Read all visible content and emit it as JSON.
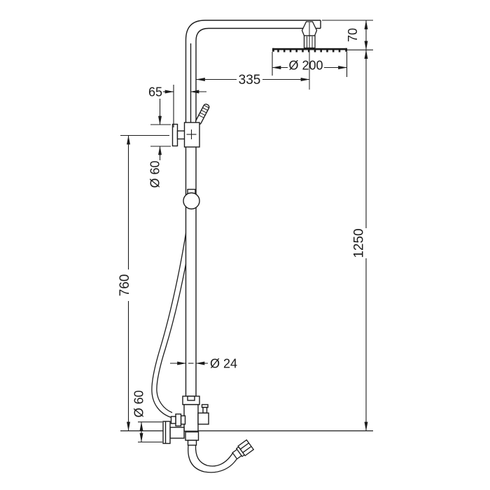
{
  "drawing": {
    "background": "#ffffff",
    "line_color": "#1c1c1c",
    "description": "Technical dimension drawing of shower column with rain head, hand shower and diverter valve"
  },
  "dimensions": {
    "head_diameter": {
      "label": "Ø 200"
    },
    "head_drop": {
      "label": "70"
    },
    "arm_offset": {
      "label": "335"
    },
    "holder_offset": {
      "label": "65"
    },
    "holder_diameter": {
      "label": "Ø 60"
    },
    "slider_height": {
      "label": "760"
    },
    "column_diameter": {
      "label": "Ø 24"
    },
    "overall_height": {
      "label": "1250"
    },
    "flange_diameter": {
      "label": "Ø 60"
    }
  }
}
